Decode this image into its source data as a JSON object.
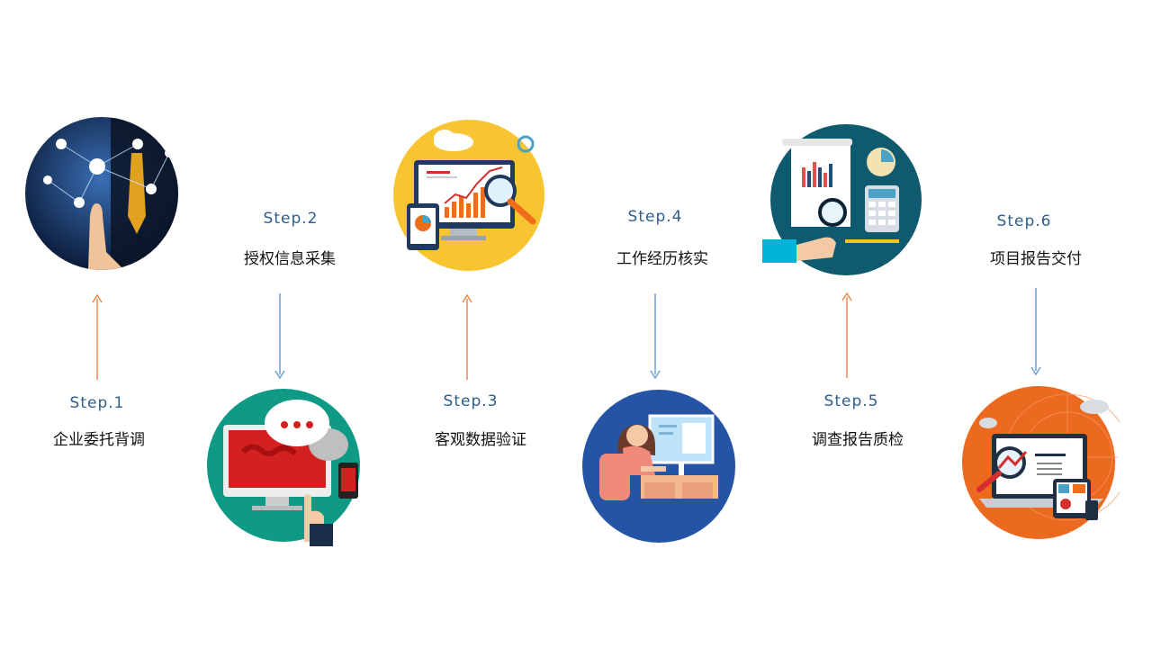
{
  "steps": [
    {
      "label": "Step.1",
      "title": "企业委托背调"
    },
    {
      "label": "Step.2",
      "title": "授权信息采集"
    },
    {
      "label": "Step.3",
      "title": "客观数据验证"
    },
    {
      "label": "Step.4",
      "title": "工作经历核实"
    },
    {
      "label": "Step.5",
      "title": "调查报告质检"
    },
    {
      "label": "Step.6",
      "title": "项目报告交付"
    }
  ],
  "colors": {
    "up_arrow": "#e88a4f",
    "down_arrow": "#6a9fd8",
    "label_blue": "#2f5d8e"
  }
}
